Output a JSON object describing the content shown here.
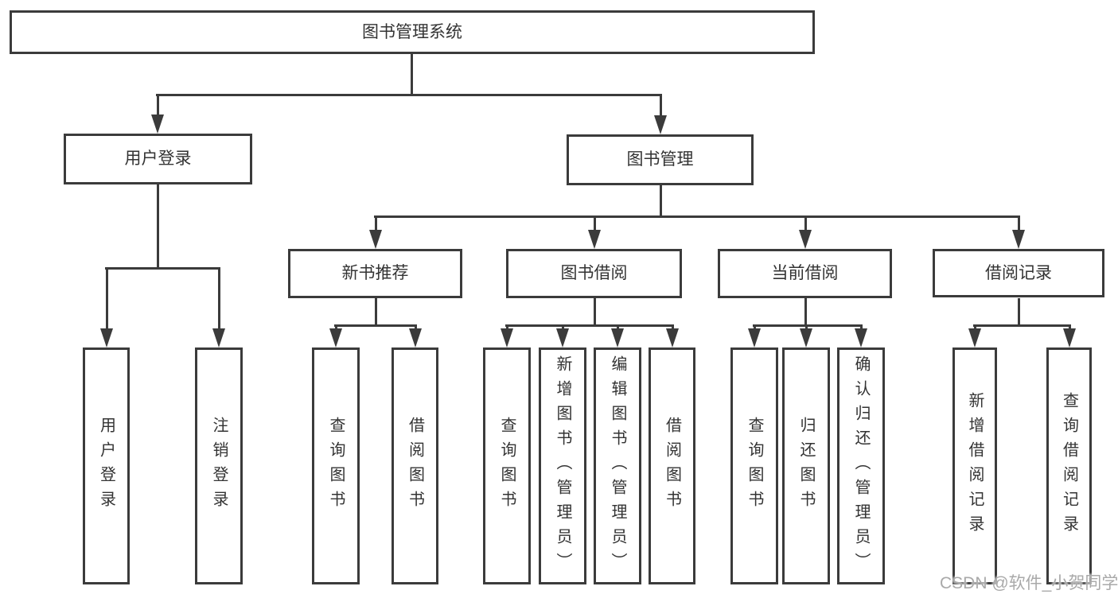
{
  "nodes": {
    "root": {
      "label": "图书管理系统"
    },
    "level2": [
      {
        "label": "用户登录"
      },
      {
        "label": "图书管理"
      }
    ],
    "level3": [
      {
        "label": "新书推荐"
      },
      {
        "label": "图书借阅"
      },
      {
        "label": "当前借阅"
      },
      {
        "label": "借阅记录"
      }
    ],
    "leaves": [
      {
        "group": "用户登录",
        "label": "用户登录"
      },
      {
        "group": "用户登录",
        "label": "注销登录"
      },
      {
        "group": "新书推荐",
        "label": "查询图书"
      },
      {
        "group": "新书推荐",
        "label": "借阅图书"
      },
      {
        "group": "图书借阅",
        "label": "查询图书"
      },
      {
        "group": "图书借阅",
        "label": "新增图书（管理员）"
      },
      {
        "group": "图书借阅",
        "label": "编辑图书（管理员）"
      },
      {
        "group": "图书借阅",
        "label": "借阅图书"
      },
      {
        "group": "当前借阅",
        "label": "查询图书"
      },
      {
        "group": "当前借阅",
        "label": "归还图书"
      },
      {
        "group": "当前借阅",
        "label": "确认归还（管理员）"
      },
      {
        "group": "借阅记录",
        "label": "新增借阅记录"
      },
      {
        "group": "借阅记录",
        "label": "查询借阅记录"
      }
    ],
    "watermark": {
      "text": "CSDN @软件_小贺同学"
    },
    "colors": {
      "line": "#3b3b3b",
      "text": "#333333",
      "box_bg": "#ffffff",
      "watermark": "#a9a9a9",
      "background": "#ffffff"
    }
  }
}
